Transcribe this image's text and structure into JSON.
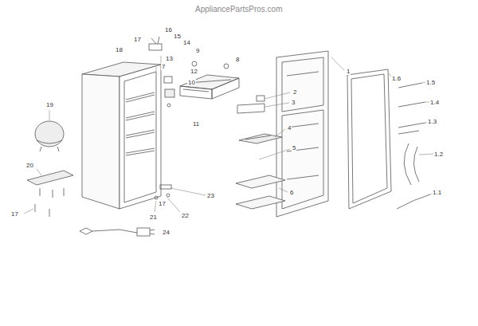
{
  "diagram": {
    "labels": [
      "AppliancePartsPros.com",
      "16",
      "17",
      "15",
      "14",
      "18",
      "9",
      "13",
      "8",
      "7",
      "12",
      "1",
      "1.6",
      "1.5",
      "10",
      "2",
      "3",
      "1.4",
      "19",
      "1.3",
      "11",
      "4",
      "5",
      "1.2",
      "20",
      "6",
      "1.1",
      "23",
      "17",
      "22",
      "21",
      "17",
      "24"
    ]
  }
}
